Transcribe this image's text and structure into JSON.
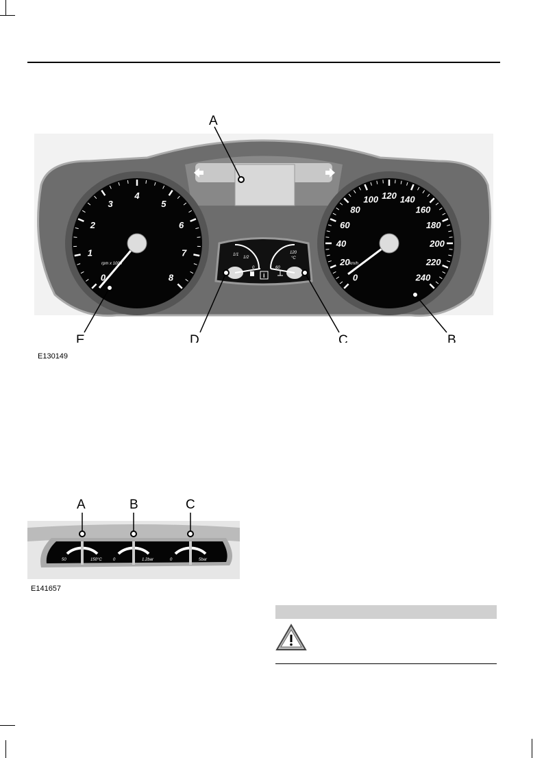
{
  "figure1": {
    "code": "E130149",
    "callouts": [
      "A",
      "B",
      "C",
      "D",
      "E"
    ],
    "tachometer": {
      "numbers": [
        "0",
        "1",
        "2",
        "3",
        "4",
        "5",
        "6",
        "7",
        "8"
      ],
      "unit": "rpm x 1000"
    },
    "speedometer": {
      "numbers": [
        "0",
        "20",
        "40",
        "60",
        "80",
        "100",
        "120",
        "140",
        "160",
        "180",
        "200",
        "220",
        "240"
      ],
      "unit": "km/h"
    },
    "fuel_gauge": {
      "labels": [
        "1/1",
        "1/2",
        "0"
      ],
      "icon": "fuel-pump-icon"
    },
    "temp_gauge": {
      "labels": [
        "120",
        "°C",
        "60"
      ],
      "icon": "thermometer-icon"
    },
    "info_icon": "i"
  },
  "figure2": {
    "code": "E141657",
    "callouts": [
      "A",
      "B",
      "C"
    ],
    "gauges": [
      {
        "min": "50",
        "max": "150°C"
      },
      {
        "min": "0",
        "max": "1.2bar"
      },
      {
        "min": "0",
        "max": "5bar"
      }
    ]
  },
  "warning": {
    "icon": "warning-triangle-icon"
  }
}
